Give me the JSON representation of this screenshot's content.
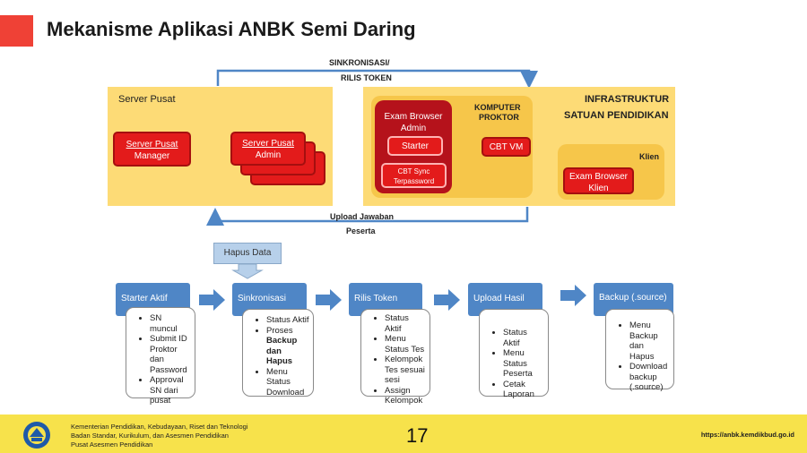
{
  "slide": {
    "title": "Mekanisme Aplikasi ANBK Semi Daring",
    "page_number": "17",
    "footer_lines": [
      "Kementerian Pendidikan, Kebudayaan, Riset dan Teknologi",
      "Badan Standar, Kurikulum, dan Asesmen Pendidikan",
      "Pusat Asesmen Pendidikan"
    ],
    "url": "https://anbk.kemdikbud.go.id",
    "accent_color": "#ef4136",
    "footer_color": "#f7e24b"
  },
  "diagram": {
    "sync_label_1": "SINKRONISASI/",
    "sync_label_2": "RILIS TOKEN",
    "upload_label_1": "Upload Jawaban",
    "upload_label_2": "Peserta",
    "server_pusat": {
      "title": "Server Pusat",
      "manager_1": "Server Pusat",
      "manager_2": "Manager",
      "admin_1": "Server Pusat",
      "admin_2": "Admin"
    },
    "infrastruktur": {
      "title_1": "INFRASTRUKTUR",
      "title_2": "SATUAN PENDIDIKAN",
      "komputer_1": "KOMPUTER",
      "komputer_2": "PROKTOR",
      "exam_admin_1": "Exam Browser",
      "exam_admin_2": "Admin",
      "starter": "Starter",
      "cbt_sync_1": "CBT Sync",
      "cbt_sync_2": "Terpassword",
      "cbt_vm": "CBT VM",
      "klien": "Klien",
      "exam_klien_1": "Exam Browser",
      "exam_klien_2": "Klien"
    },
    "hapus_data": "Hapus Data"
  },
  "flow": [
    {
      "head": "Starter Aktif",
      "items": [
        "SN muncul",
        "Submit ID Proktor dan Password",
        "Approval SN dari pusat"
      ]
    },
    {
      "head": "Sinkronisasi",
      "items": [
        "Status Aktif",
        "Proses",
        "Menu Status Download"
      ],
      "bold_item": "Backup dan Hapus"
    },
    {
      "head": "Rilis Token",
      "items": [
        "Status Aktif",
        "Menu Status Tes",
        "Kelompok Tes sesuai sesi",
        "Assign Kelompok"
      ]
    },
    {
      "head": "Upload Hasil",
      "items": [
        "Status Aktif",
        "Menu Status Peserta",
        "Cetak Laporan"
      ]
    },
    {
      "head": "Backup (.source)",
      "items": [
        "Menu Backup dan Hapus",
        "Download backup (.source)"
      ]
    }
  ]
}
